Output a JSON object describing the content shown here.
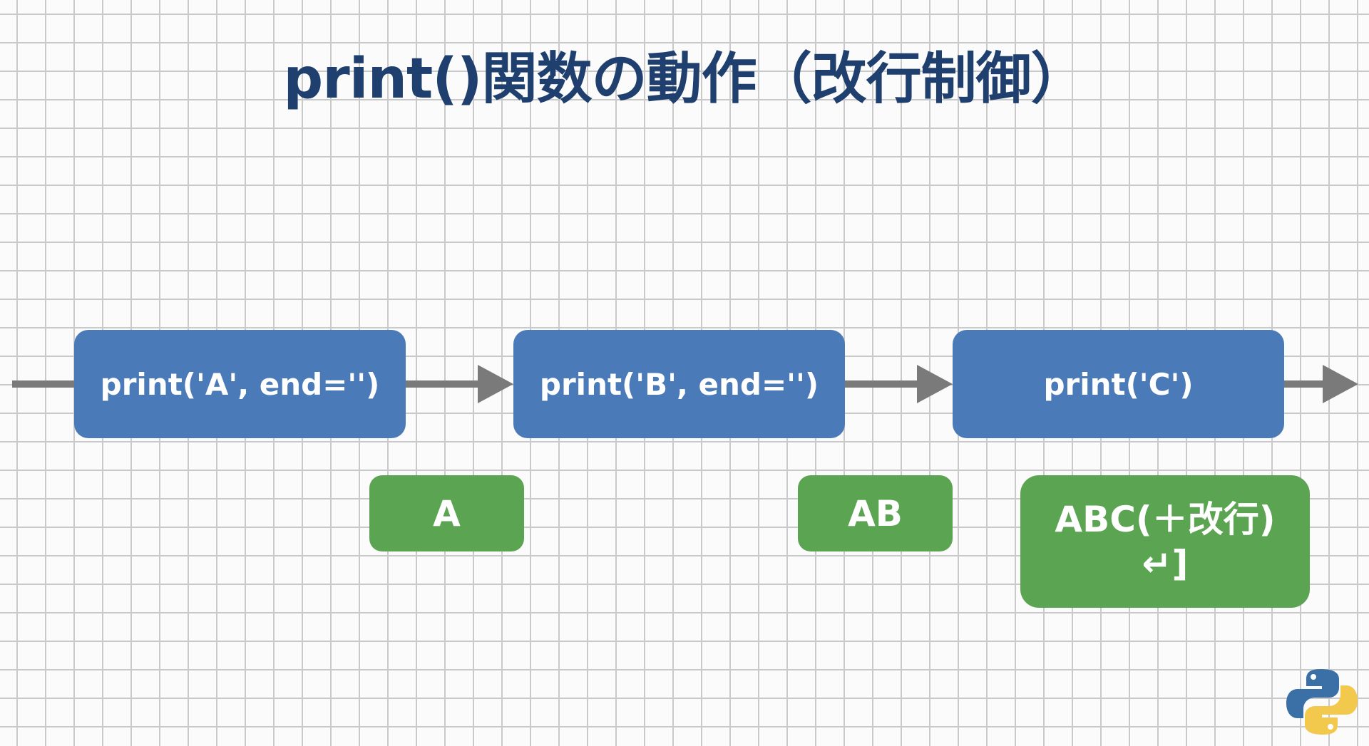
{
  "title": "print()関数の動作（改行制御）",
  "steps": [
    {
      "code": "print('A', end='')",
      "output": "A"
    },
    {
      "code": "print('B', end='')",
      "output": "AB"
    },
    {
      "code": "print('C')",
      "output": "ABC(＋改行)",
      "output_line2": "↵]"
    }
  ],
  "colors": {
    "title": "#1f3f6e",
    "code_box": "#4a7ab8",
    "output_box": "#5ba552",
    "arrow": "#7a7a7a"
  },
  "icons": {
    "logo": "python-logo-icon"
  }
}
